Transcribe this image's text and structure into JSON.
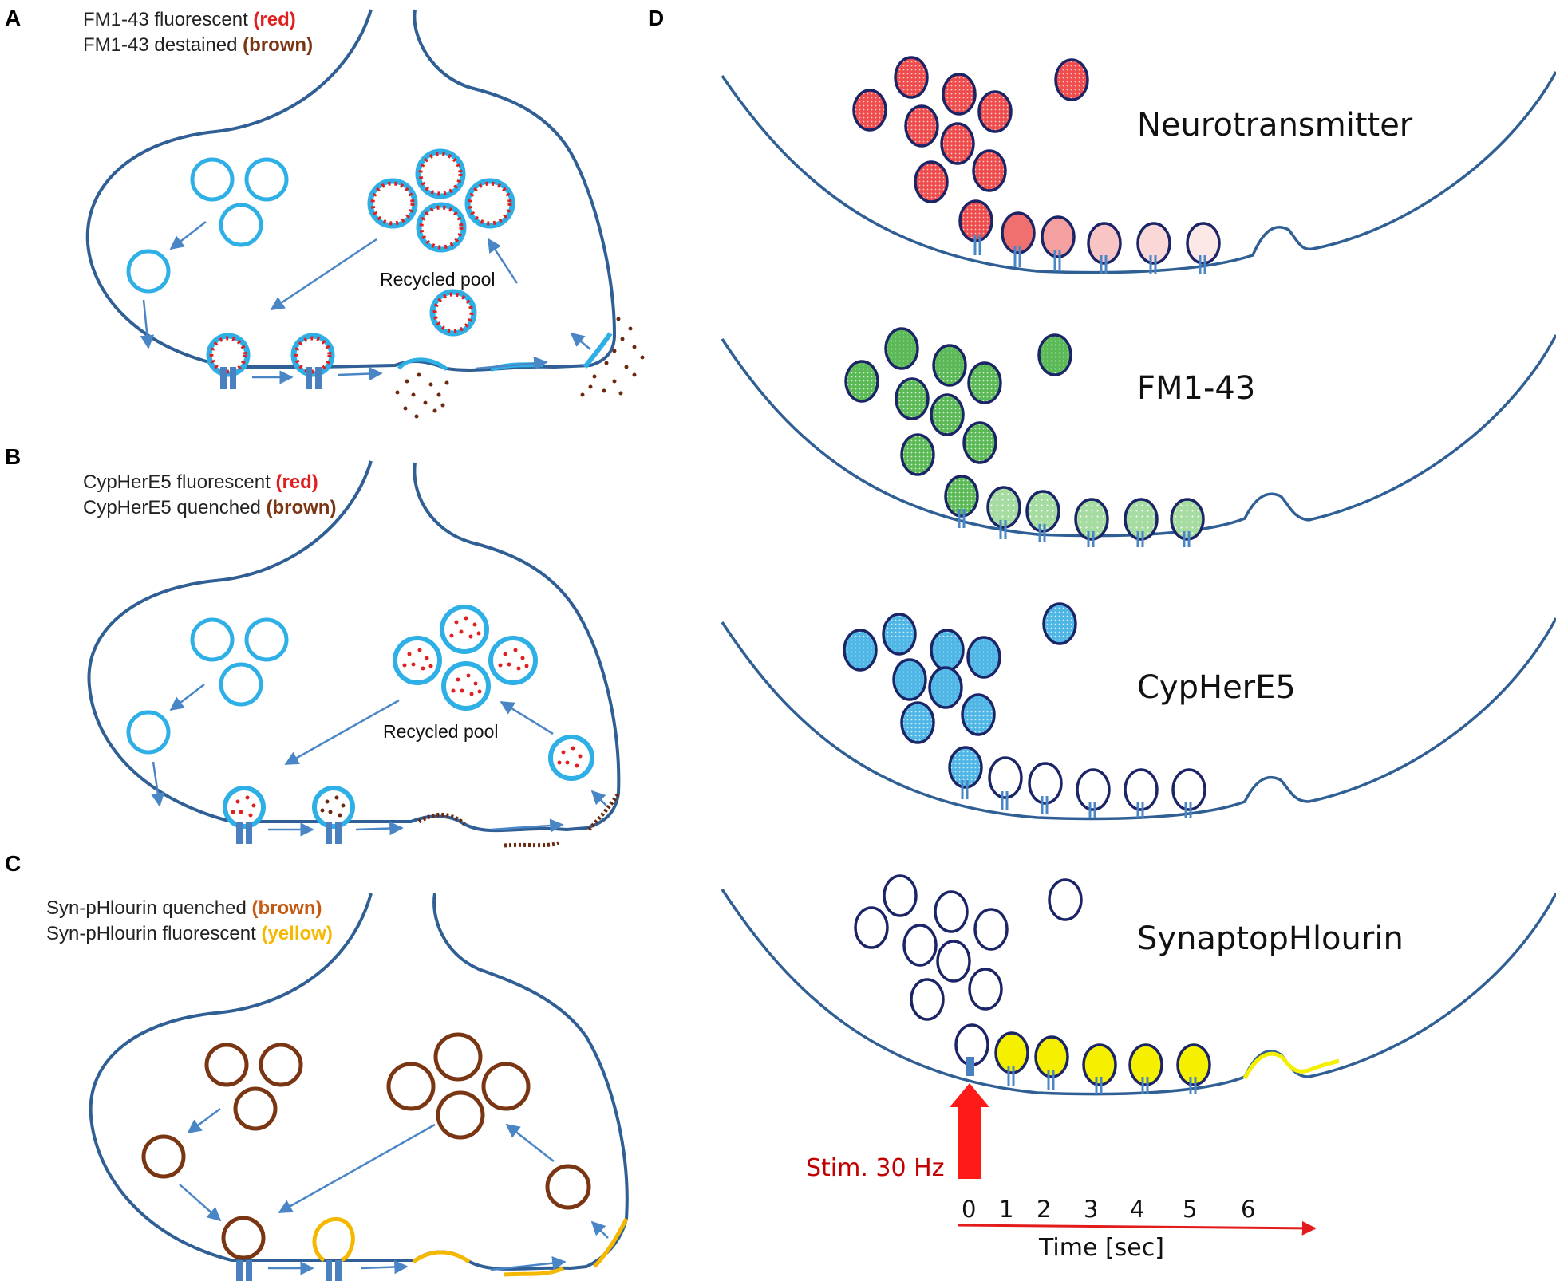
{
  "colors": {
    "membrane": "#2f5f94",
    "vesicle_blue": "#2eb0e6",
    "dye_red": "#e02020",
    "dye_brown": "#6b2a10",
    "brown_vesicle": "#7a3513",
    "yellow": "#f5b800",
    "bright_yellow": "#f4f000",
    "green": "#5fba5a",
    "light_blue": "#52b8e6",
    "red_fill": "#f05050",
    "navy": "#1a2466",
    "arrow": "#4a86c6"
  },
  "panels": {
    "A": {
      "letter": "A",
      "legend1_text": "FM1-43 fluorescent ",
      "legend1_color_word": "(red)",
      "legend2_text": "FM1-43 destained ",
      "legend2_color_word": "(brown)",
      "pool_label": "Recycled  pool"
    },
    "B": {
      "letter": "B",
      "legend1_text": "CypHerE5 fluorescent ",
      "legend1_color_word": "(red)",
      "legend2_text": "CypHerE5 quenched ",
      "legend2_color_word": "(brown)",
      "pool_label": "Recycled pool"
    },
    "C": {
      "letter": "C",
      "legend1_text": "Syn-pHlourin quenched ",
      "legend1_color_word": "(brown)",
      "legend2_text": "Syn-pHlourin fluorescent ",
      "legend2_color_word": "(yellow)"
    },
    "D": {
      "letter": "D",
      "probes": [
        "Neurotransmitter",
        "FM1-43",
        "CypHerE5",
        "SynaptopHlourin"
      ],
      "stim_label": "Stim. 30 Hz",
      "time_ticks": [
        "0",
        "1",
        "2",
        "3",
        "4",
        "5",
        "6"
      ],
      "time_title": "Time [sec]"
    }
  }
}
